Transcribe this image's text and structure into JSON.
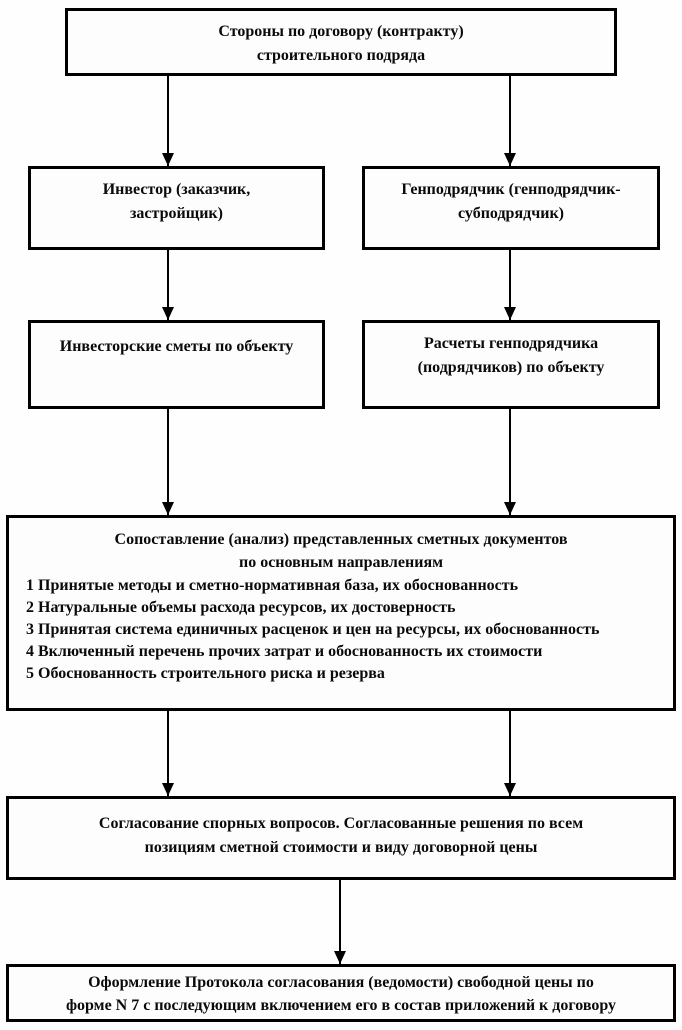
{
  "diagram": {
    "type": "flowchart",
    "language": "ru",
    "colors": {
      "background": "#fefefe",
      "border": "#000000",
      "text": "#0a0a0a"
    }
  },
  "boxes": {
    "parties": {
      "text": "Стороны по договору (контракту)\nстроительного подряда"
    },
    "investor": {
      "text": "Инвестор (заказчик,\nзастройщик)"
    },
    "general_contractor": {
      "text": "Генподрядчик (генподрядчик-\nсубподрядчик)"
    },
    "investor_estimates": {
      "text": "Инвесторские сметы по объекту"
    },
    "contractor_calculations": {
      "text": "Расчеты генподрядчика\n(подрядчиков) по объекту"
    },
    "analysis": {
      "title": "Сопоставление (анализ) представленных сметных документов\nпо основным направлениям",
      "items": [
        "1 Принятые методы и сметно-нормативная база, их обоснованность",
        "2 Натуральные объемы расхода ресурсов, их достоверность",
        "3 Принятая система единичных расценок и цен на ресурсы, их обоснованность",
        "4 Включенный перечень прочих затрат и обоснованность их стоимости",
        "5 Обоснованность строительного риска и резерва"
      ]
    },
    "agreement": {
      "text": "Согласование спорных вопросов. Согласованные решения по всем\nпозициям сметной стоимости и виду договорной цены"
    },
    "protocol": {
      "text": "Оформление Протокола согласования (ведомости) свободной цены по\nформе N 7 с последующим включением его в состав приложений к договору"
    }
  }
}
